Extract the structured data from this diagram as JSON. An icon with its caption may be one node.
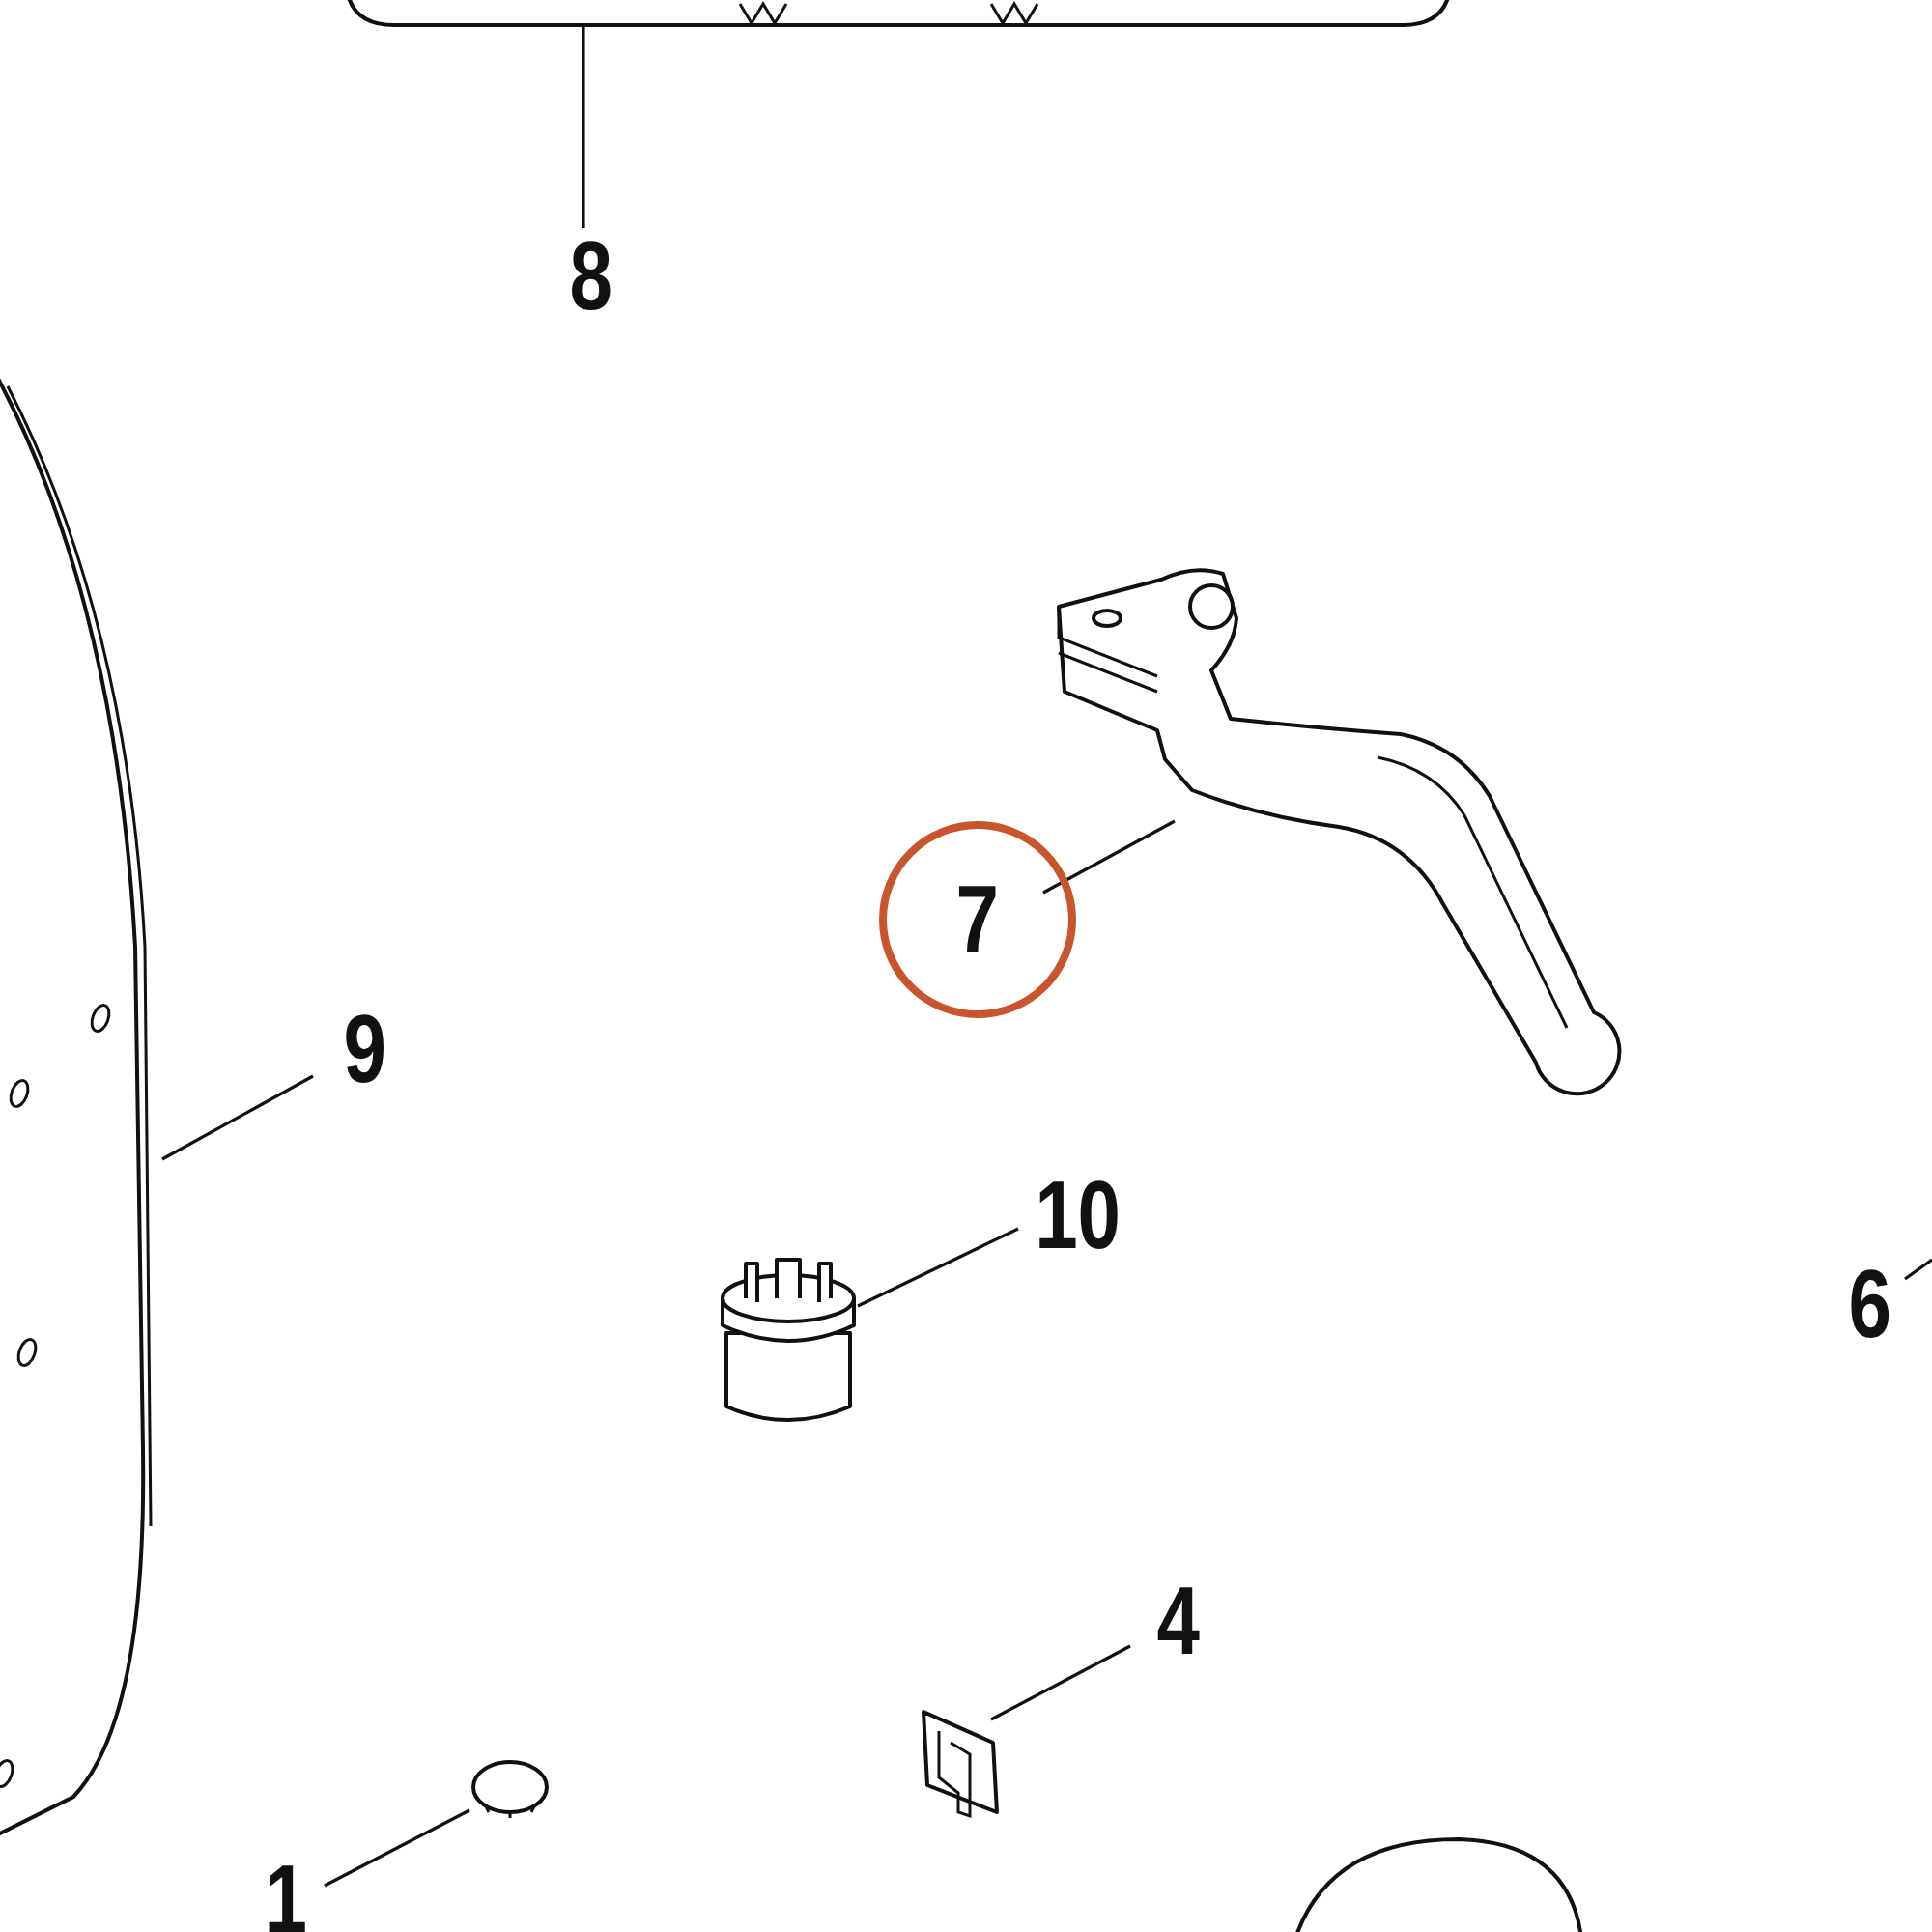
{
  "diagram": {
    "nodes": [
      {
        "text": [
          "8"
        ]
      },
      {
        "text": [],
        "shape": "picture"
      },
      {
        "text": [
          "7"
        ]
      },
      {
        "text": [],
        "shape": "picture"
      },
      {
        "text": [
          "9"
        ]
      },
      {
        "text": [],
        "shape": "picture"
      },
      {
        "text": [
          "10"
        ]
      },
      {
        "text": [],
        "shape": "cylinder"
      },
      {
        "text": [
          "6"
        ]
      },
      {
        "text": [
          "4"
        ]
      },
      {
        "text": [],
        "shape": "picture"
      },
      {
        "text": [
          "1"
        ]
      },
      {
        "text": [],
        "shape": "circle"
      }
    ],
    "edges": [
      {
        "from": 0,
        "to": 1,
        "arrow": "none"
      },
      {
        "from": 2,
        "to": 3,
        "arrow": "none"
      },
      {
        "from": 4,
        "to": 5,
        "arrow": "none"
      },
      {
        "from": 6,
        "to": 7,
        "arrow": "none"
      },
      {
        "from": 8,
        "to": null,
        "arrow": "none"
      },
      {
        "from": 9,
        "to": 10,
        "arrow": "none"
      },
      {
        "from": 11,
        "to": 12,
        "arrow": "none"
      }
    ]
  }
}
